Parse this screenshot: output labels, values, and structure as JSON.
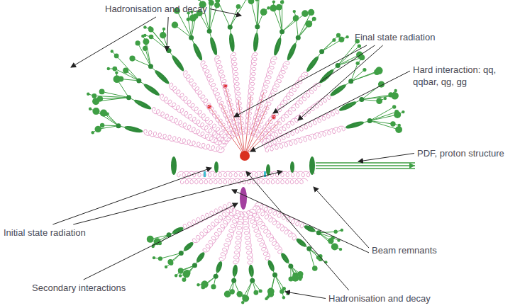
{
  "diagram": {
    "labels": [
      "Hadronisation and decay",
      "Final state radiation",
      "Hard interaction: qq, qqbar, qg, gg",
      "PDF, proton structure",
      "Initial state radiation",
      "Beam remnants",
      "Secondary interactions",
      "Hadronisation and decay"
    ]
  }
}
